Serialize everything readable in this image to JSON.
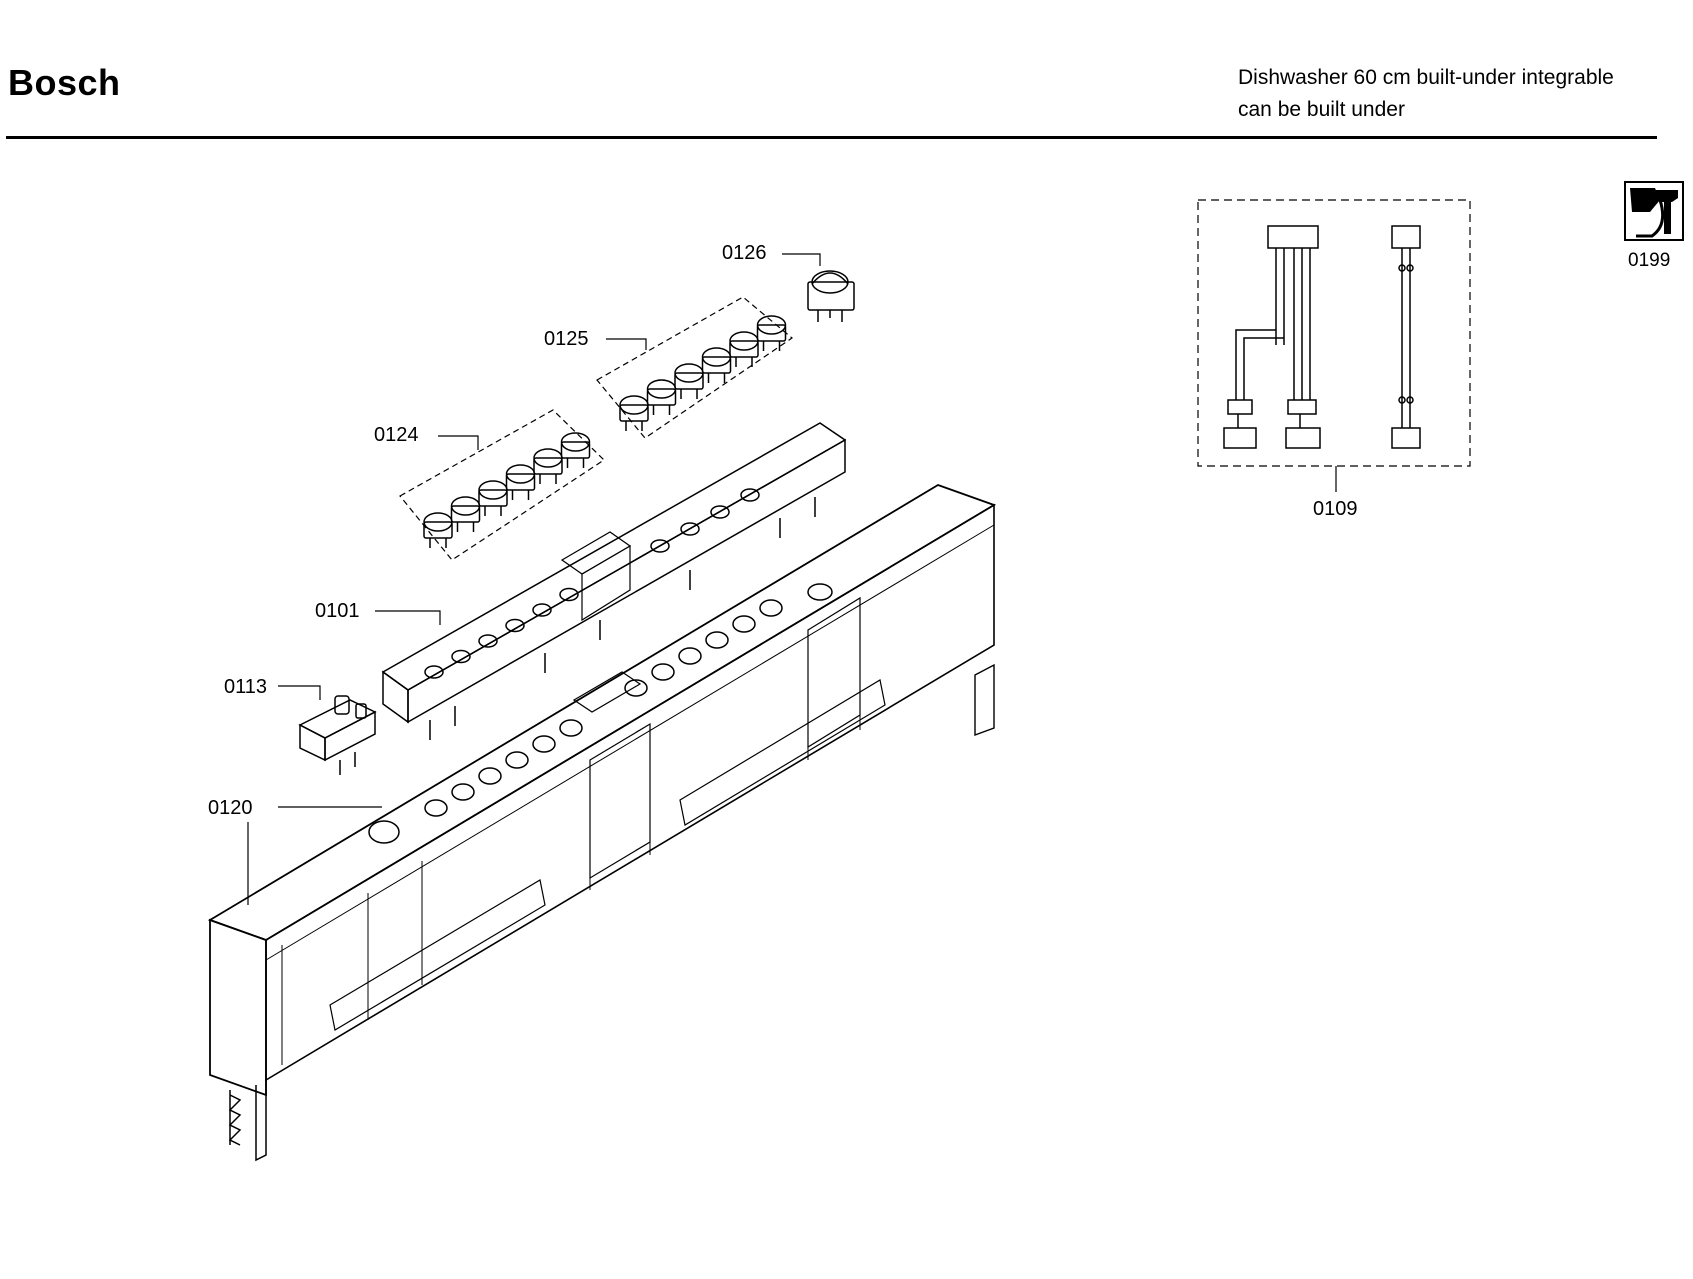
{
  "header": {
    "brand": "Bosch",
    "description_line1": "Dishwasher 60 cm built-under integrable",
    "description_line2": "can be built under"
  },
  "callouts": {
    "p0126": "0126",
    "p0125": "0125",
    "p0124": "0124",
    "p0101": "0101",
    "p0113": "0113",
    "p0120": "0120",
    "p0109": "0109",
    "p0199": "0199"
  },
  "icons": {
    "service": "wrench-icon"
  }
}
